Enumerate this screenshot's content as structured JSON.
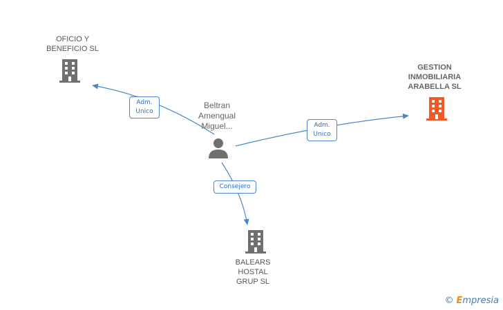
{
  "nodes": {
    "oficio": {
      "lines": [
        "OFICIO Y",
        "BENEFICIO  SL"
      ]
    },
    "gestion": {
      "lines": [
        "GESTION",
        "INMOBILIARIA",
        "ARABELLA SL"
      ],
      "color": "#f05a28"
    },
    "balears": {
      "lines": [
        "BALEARS",
        "HOSTAL",
        "GRUP SL"
      ]
    },
    "person": {
      "lines": [
        "Beltran",
        "Amengual",
        "Miguel..."
      ]
    }
  },
  "edges": {
    "oficio_role": [
      "Adm.",
      "Unico"
    ],
    "gestion_role": [
      "Adm.",
      "Unico"
    ],
    "balears_role": [
      "Consejero"
    ]
  },
  "footer": {
    "copyright": "©",
    "brand_initial": "E",
    "brand_rest": "mpresia"
  },
  "colors": {
    "company": "#707070",
    "highlight": "#f05a28",
    "edge": "#4a86c8",
    "person": "#707070"
  }
}
